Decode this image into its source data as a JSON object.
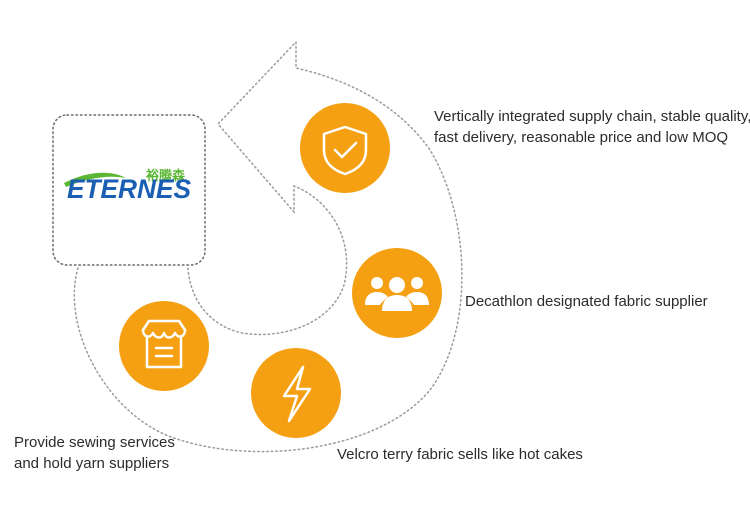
{
  "logo": {
    "brand_text": "ETERNES",
    "chinese_text": "裕腾森",
    "colors": {
      "blue": "#1b5fb3",
      "green": "#5bb733"
    }
  },
  "colors": {
    "accent_orange": "#f5a012",
    "dotted_line": "#9a9a9a",
    "text": "#2b2b2b"
  },
  "items": [
    {
      "icon": "shield-check-icon",
      "lines": [
        "Vertically integrated supply chain, stable quality,",
        "fast delivery, reasonable price and low MOQ"
      ]
    },
    {
      "icon": "people-group-icon",
      "lines": [
        "Decathlon designated fabric supplier"
      ]
    },
    {
      "icon": "lightning-bolt-icon",
      "lines": [
        "Velcro terry fabric sells like hot cakes"
      ]
    },
    {
      "icon": "storefront-icon",
      "lines": [
        "Provide sewing services",
        "and hold yarn suppliers"
      ]
    }
  ]
}
